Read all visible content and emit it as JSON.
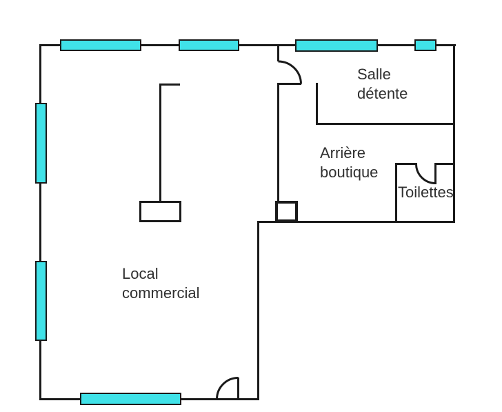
{
  "rooms": [
    {
      "id": "local-commercial",
      "label": "Local\ncommercial"
    },
    {
      "id": "salle-detente",
      "label": "Salle\ndétente"
    },
    {
      "id": "arriere-boutique",
      "label": "Arrière\nboutique"
    },
    {
      "id": "toilettes",
      "label": "Toilettes"
    }
  ],
  "colors": {
    "wall": "#1a1a1a",
    "window_fill": "#40E2E8",
    "background": "#ffffff",
    "label_text": "#303030"
  }
}
